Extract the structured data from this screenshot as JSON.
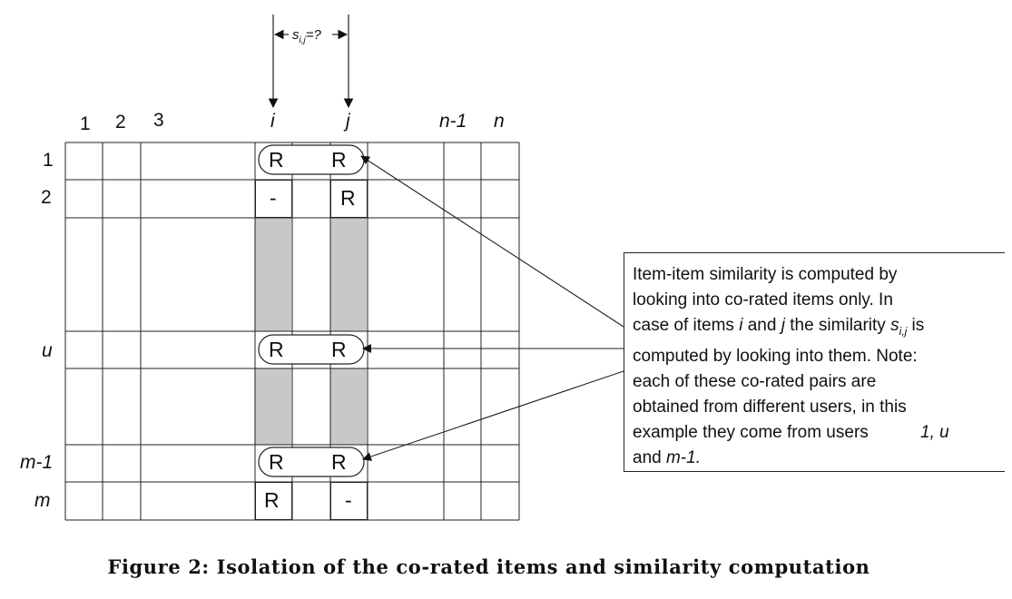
{
  "column_labels": [
    "1",
    "2",
    "3",
    "i",
    "j",
    "n-1",
    "n"
  ],
  "row_labels": [
    "1",
    "2",
    "u",
    "m-1",
    "m"
  ],
  "similarity_label": "s",
  "similarity_sub": "i,j",
  "similarity_suffix": "=?",
  "cells": {
    "r1_i": "R",
    "r1_j": "R",
    "r2_i": "-",
    "r2_j": "R",
    "ru_i": "R",
    "ru_j": "R",
    "rm1_i": "R",
    "rm1_j": "R",
    "rm_i": "R",
    "rm_j": "-"
  },
  "note": {
    "line1": "Item-item similarity is computed by",
    "line2": "looking into co-rated items only. In",
    "line3a": "case of items ",
    "line3b": "i",
    "line3c": " and ",
    "line3d": "j",
    "line3e": " the similarity ",
    "line3f": "s",
    "line3g": "i,j",
    "line3h": " is",
    "line4": "computed by looking into them. Note:",
    "line5": "each of these co-rated pairs are",
    "line6": "obtained from different users, in this",
    "line7a": "example they come from users ",
    "line7b": "1, u",
    "line8a": "and ",
    "line8b": "m-1."
  },
  "caption": "Figure 2: Isolation of the co-rated items and similarity computation"
}
